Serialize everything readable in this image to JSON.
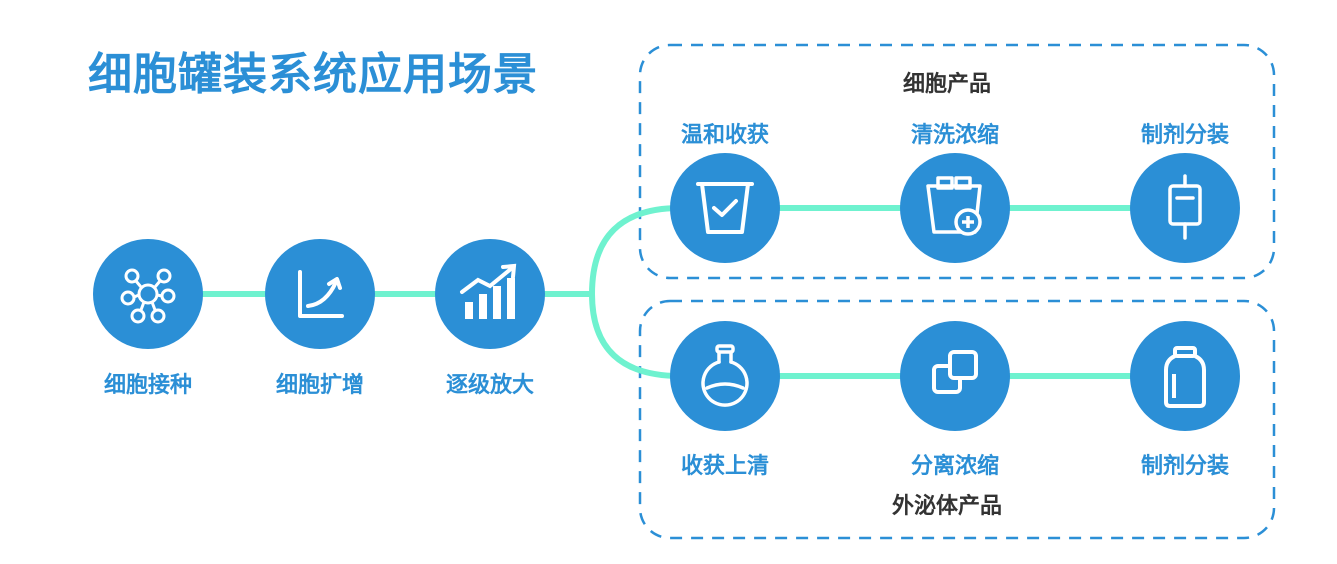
{
  "title": "细胞罐装系统应用场景",
  "colors": {
    "node": "#2b8fd6",
    "connector": "#6ff2cf",
    "title": "#2b8fd6",
    "group_text": "#333333",
    "dash": "#2b8fd6"
  },
  "groups": {
    "cell": "细胞产品",
    "exosome": "外泌体产品"
  },
  "main_flow": [
    {
      "label": "细胞接种",
      "icon": "molecule-icon"
    },
    {
      "label": "细胞扩增",
      "icon": "growth-curve-icon"
    },
    {
      "label": "逐级放大",
      "icon": "bar-growth-icon"
    }
  ],
  "cell_flow": [
    {
      "label": "温和收获",
      "icon": "cup-check-icon"
    },
    {
      "label": "清洗浓缩",
      "icon": "container-plus-icon"
    },
    {
      "label": "制剂分装",
      "icon": "iv-bag-icon"
    }
  ],
  "exosome_flow": [
    {
      "label": "收获上清",
      "icon": "flask-icon"
    },
    {
      "label": "分离浓缩",
      "icon": "overlap-squares-icon"
    },
    {
      "label": "制剂分装",
      "icon": "bottle-icon"
    }
  ]
}
